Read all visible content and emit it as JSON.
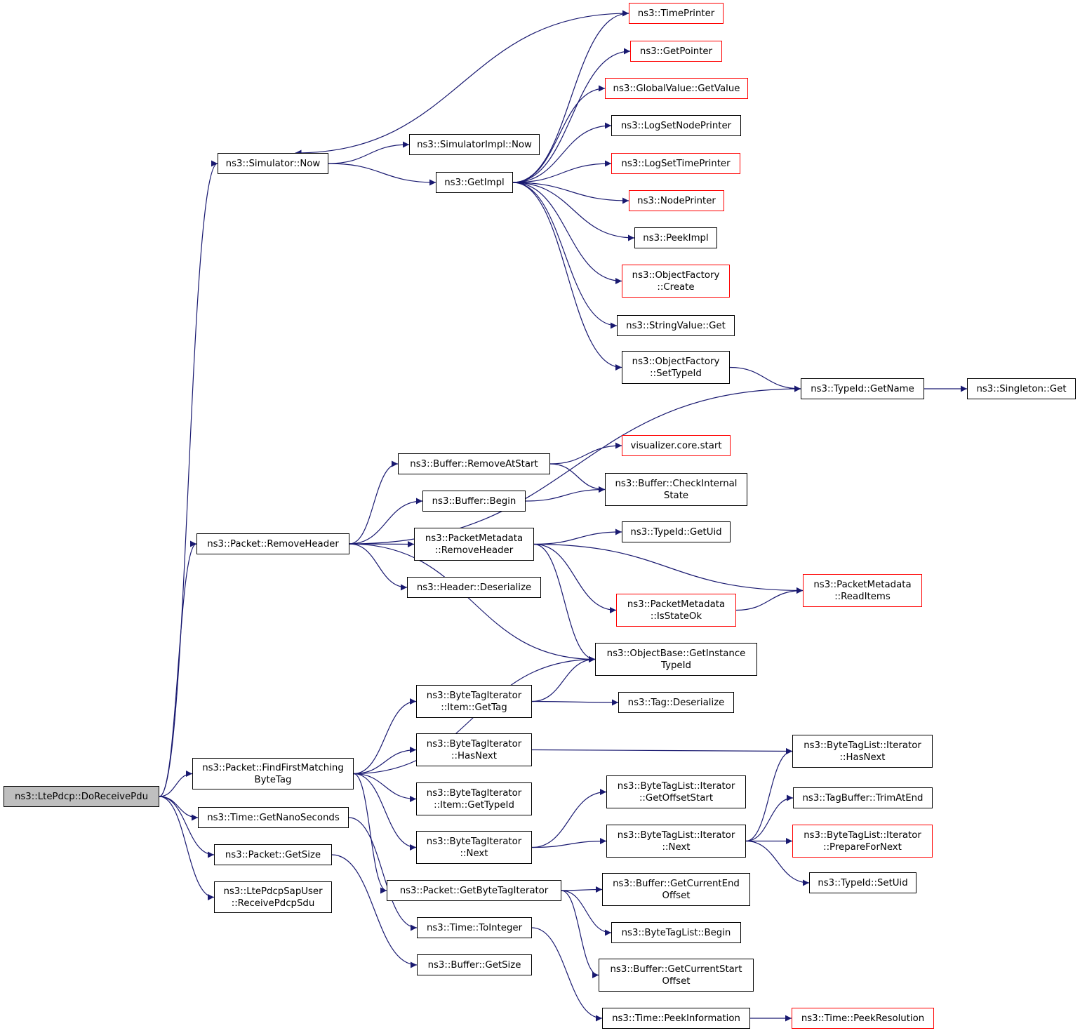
{
  "colors": {
    "edge": "#191970",
    "node_border": "#000000",
    "missing_border": "#ff0000",
    "root_fill": "#bfbfbf"
  },
  "nodes": [
    {
      "id": "root",
      "lines": [
        "ns3::LtePdcp::DoReceivePdu"
      ],
      "root": true
    },
    {
      "id": "now",
      "lines": [
        "ns3::Simulator::Now"
      ]
    },
    {
      "id": "removeHeader",
      "lines": [
        "ns3::Packet::RemoveHeader"
      ]
    },
    {
      "id": "findFirst",
      "lines": [
        "ns3::Packet::FindFirstMatching",
        "ByteTag"
      ]
    },
    {
      "id": "getNano",
      "lines": [
        "ns3::Time::GetNanoSeconds"
      ]
    },
    {
      "id": "pktGetSize",
      "lines": [
        "ns3::Packet::GetSize"
      ]
    },
    {
      "id": "sapUser",
      "lines": [
        "ns3::LtePdcpSapUser",
        "::ReceivePdcpSdu"
      ]
    },
    {
      "id": "simImplNow",
      "lines": [
        "ns3::SimulatorImpl::Now"
      ]
    },
    {
      "id": "getImpl",
      "lines": [
        "ns3::GetImpl"
      ]
    },
    {
      "id": "timePrinter",
      "lines": [
        "ns3::TimePrinter"
      ],
      "red": true
    },
    {
      "id": "getPointer",
      "lines": [
        "ns3::GetPointer"
      ],
      "red": true
    },
    {
      "id": "globalValue",
      "lines": [
        "ns3::GlobalValue::GetValue"
      ],
      "red": true
    },
    {
      "id": "logSetNode",
      "lines": [
        "ns3::LogSetNodePrinter"
      ]
    },
    {
      "id": "logSetTime",
      "lines": [
        "ns3::LogSetTimePrinter"
      ],
      "red": true
    },
    {
      "id": "nodePrinter",
      "lines": [
        "ns3::NodePrinter"
      ],
      "red": true
    },
    {
      "id": "peekImpl",
      "lines": [
        "ns3::PeekImpl"
      ]
    },
    {
      "id": "ofCreate",
      "lines": [
        "ns3::ObjectFactory",
        "::Create"
      ],
      "red": true
    },
    {
      "id": "stringGet",
      "lines": [
        "ns3::StringValue::Get"
      ]
    },
    {
      "id": "ofSetTypeId",
      "lines": [
        "ns3::ObjectFactory",
        "::SetTypeId"
      ]
    },
    {
      "id": "typeIdGetName",
      "lines": [
        "ns3::TypeId::GetName"
      ]
    },
    {
      "id": "singletonGet",
      "lines": [
        "ns3::Singleton::Get"
      ]
    },
    {
      "id": "removeAtStart",
      "lines": [
        "ns3::Buffer::RemoveAtStart"
      ]
    },
    {
      "id": "vizStart",
      "lines": [
        "visualizer.core.start"
      ],
      "red": true
    },
    {
      "id": "checkInternal",
      "lines": [
        "ns3::Buffer::CheckInternal",
        "State"
      ]
    },
    {
      "id": "bufBegin",
      "lines": [
        "ns3::Buffer::Begin"
      ]
    },
    {
      "id": "pmRemoveHeader",
      "lines": [
        "ns3::PacketMetadata",
        "::RemoveHeader"
      ]
    },
    {
      "id": "typeIdGetUid",
      "lines": [
        "ns3::TypeId::GetUid"
      ]
    },
    {
      "id": "pmReadItems",
      "lines": [
        "ns3::PacketMetadata",
        "::ReadItems"
      ],
      "red": true
    },
    {
      "id": "headerDeser",
      "lines": [
        "ns3::Header::Deserialize"
      ]
    },
    {
      "id": "pmIsStateOk",
      "lines": [
        "ns3::PacketMetadata",
        "::IsStateOk"
      ],
      "red": true
    },
    {
      "id": "objBaseGetInst",
      "lines": [
        "ns3::ObjectBase::GetInstance",
        "TypeId"
      ]
    },
    {
      "id": "btiItemGetTag",
      "lines": [
        "ns3::ByteTagIterator",
        "::Item::GetTag"
      ]
    },
    {
      "id": "tagDeser",
      "lines": [
        "ns3::Tag::Deserialize"
      ]
    },
    {
      "id": "btiHasNext",
      "lines": [
        "ns3::ByteTagIterator",
        "::HasNext"
      ]
    },
    {
      "id": "btlIterHasNext",
      "lines": [
        "ns3::ByteTagList::Iterator",
        "::HasNext"
      ]
    },
    {
      "id": "btiItemGetTypeId",
      "lines": [
        "ns3::ByteTagIterator",
        "::Item::GetTypeId"
      ]
    },
    {
      "id": "btlIterGetOffset",
      "lines": [
        "ns3::ByteTagList::Iterator",
        "::GetOffsetStart"
      ]
    },
    {
      "id": "tagBufTrim",
      "lines": [
        "ns3::TagBuffer::TrimAtEnd"
      ]
    },
    {
      "id": "btiNext",
      "lines": [
        "ns3::ByteTagIterator",
        "::Next"
      ]
    },
    {
      "id": "btlIterNext",
      "lines": [
        "ns3::ByteTagList::Iterator",
        "::Next"
      ]
    },
    {
      "id": "btlIterPrepare",
      "lines": [
        "ns3::ByteTagList::Iterator",
        "::PrepareForNext"
      ],
      "red": true
    },
    {
      "id": "typeIdSetUid",
      "lines": [
        "ns3::TypeId::SetUid"
      ]
    },
    {
      "id": "pktGetBTI",
      "lines": [
        "ns3::Packet::GetByteTagIterator"
      ]
    },
    {
      "id": "bufGetCurEnd",
      "lines": [
        "ns3::Buffer::GetCurrentEnd",
        "Offset"
      ]
    },
    {
      "id": "btlBegin",
      "lines": [
        "ns3::ByteTagList::Begin"
      ]
    },
    {
      "id": "timeToInteger",
      "lines": [
        "ns3::Time::ToInteger"
      ]
    },
    {
      "id": "bufGetCurStart",
      "lines": [
        "ns3::Buffer::GetCurrentStart",
        "Offset"
      ]
    },
    {
      "id": "bufGetSize",
      "lines": [
        "ns3::Buffer::GetSize"
      ]
    },
    {
      "id": "timePeekInfo",
      "lines": [
        "ns3::Time::PeekInformation"
      ]
    },
    {
      "id": "timePeekRes",
      "lines": [
        "ns3::Time::PeekResolution"
      ],
      "red": true
    }
  ],
  "edges": [
    [
      "root",
      "now"
    ],
    [
      "root",
      "removeHeader"
    ],
    [
      "root",
      "findFirst"
    ],
    [
      "root",
      "getNano"
    ],
    [
      "root",
      "pktGetSize"
    ],
    [
      "root",
      "sapUser"
    ],
    [
      "now",
      "simImplNow"
    ],
    [
      "now",
      "getImpl"
    ],
    [
      "timePrinter",
      "now"
    ],
    [
      "getImpl",
      "timePrinter"
    ],
    [
      "getImpl",
      "getPointer"
    ],
    [
      "getImpl",
      "globalValue"
    ],
    [
      "getImpl",
      "logSetNode"
    ],
    [
      "getImpl",
      "logSetTime"
    ],
    [
      "getImpl",
      "nodePrinter"
    ],
    [
      "getImpl",
      "peekImpl"
    ],
    [
      "getImpl",
      "ofCreate"
    ],
    [
      "getImpl",
      "stringGet"
    ],
    [
      "getImpl",
      "ofSetTypeId"
    ],
    [
      "ofSetTypeId",
      "typeIdGetName"
    ],
    [
      "typeIdGetName",
      "singletonGet"
    ],
    [
      "removeHeader",
      "typeIdGetName"
    ],
    [
      "removeHeader",
      "removeAtStart"
    ],
    [
      "removeHeader",
      "bufBegin"
    ],
    [
      "removeHeader",
      "pmRemoveHeader"
    ],
    [
      "removeHeader",
      "headerDeser"
    ],
    [
      "removeHeader",
      "objBaseGetInst"
    ],
    [
      "removeAtStart",
      "vizStart"
    ],
    [
      "removeAtStart",
      "checkInternal"
    ],
    [
      "bufBegin",
      "checkInternal"
    ],
    [
      "pmRemoveHeader",
      "typeIdGetUid"
    ],
    [
      "pmRemoveHeader",
      "pmReadItems"
    ],
    [
      "pmRemoveHeader",
      "pmIsStateOk"
    ],
    [
      "pmRemoveHeader",
      "objBaseGetInst"
    ],
    [
      "pmIsStateOk",
      "pmReadItems"
    ],
    [
      "findFirst",
      "objBaseGetInst"
    ],
    [
      "findFirst",
      "btiItemGetTag"
    ],
    [
      "findFirst",
      "btiHasNext"
    ],
    [
      "findFirst",
      "btiItemGetTypeId"
    ],
    [
      "findFirst",
      "btiNext"
    ],
    [
      "findFirst",
      "pktGetBTI"
    ],
    [
      "btiItemGetTag",
      "objBaseGetInst"
    ],
    [
      "btiItemGetTag",
      "tagDeser"
    ],
    [
      "btiHasNext",
      "btlIterHasNext"
    ],
    [
      "btiNext",
      "btlIterGetOffset"
    ],
    [
      "btiNext",
      "btlIterNext"
    ],
    [
      "btlIterNext",
      "btlIterHasNext"
    ],
    [
      "btlIterNext",
      "tagBufTrim"
    ],
    [
      "btlIterNext",
      "btlIterPrepare"
    ],
    [
      "btlIterNext",
      "typeIdSetUid"
    ],
    [
      "pktGetBTI",
      "bufGetCurEnd"
    ],
    [
      "pktGetBTI",
      "btlBegin"
    ],
    [
      "pktGetBTI",
      "bufGetCurStart"
    ],
    [
      "getNano",
      "timeToInteger"
    ],
    [
      "timeToInteger",
      "timePeekInfo"
    ],
    [
      "timePeekInfo",
      "timePeekRes"
    ],
    [
      "pktGetSize",
      "bufGetSize"
    ]
  ]
}
